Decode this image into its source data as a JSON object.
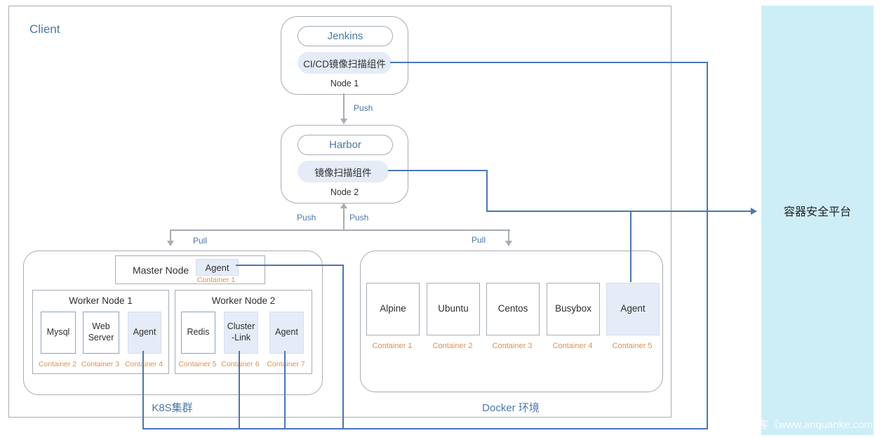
{
  "client": {
    "label": "Client"
  },
  "jenkins": {
    "title": "Jenkins",
    "component": "CI/CD镜像扫描组件",
    "node_label": "Node 1"
  },
  "harbor": {
    "title": "Harbor",
    "component": "镜像扫描组件",
    "node_label": "Node 2"
  },
  "labels": {
    "push_jenkins": "Push",
    "push_left": "Push",
    "push_right": "Push",
    "pull_left": "Pull",
    "pull_right": "Pull"
  },
  "k8s": {
    "caption": "K8S集群",
    "master": {
      "title": "Master Node",
      "agent_label": "Agent",
      "container_label": "Container 1"
    },
    "workers": [
      {
        "title": "Worker Node 1",
        "items": [
          {
            "label": "Mysql",
            "container": "Container 2"
          },
          {
            "label": "Web Server",
            "container": "Container 3"
          },
          {
            "label": "Agent",
            "container": "Container 4"
          }
        ]
      },
      {
        "title": "Worker Node 2",
        "items": [
          {
            "label": "Redis",
            "container": "Container 5"
          },
          {
            "label": "Cluster -Link",
            "container": "Container 6"
          },
          {
            "label": "Agent",
            "container": "Container 7"
          }
        ]
      }
    ]
  },
  "docker": {
    "caption": "Docker 环境",
    "items": [
      {
        "label": "Alpine",
        "container": "Container 1"
      },
      {
        "label": "Ubuntu",
        "container": "Container 2"
      },
      {
        "label": "Centos",
        "container": "Container 3"
      },
      {
        "label": "Busybox",
        "container": "Container 4"
      },
      {
        "label": "Agent",
        "container": "Container 5"
      }
    ]
  },
  "platform": {
    "label": "容器安全平台",
    "watermark": "客（www.anquanke.com"
  },
  "colors": {
    "blue_text": "#4a78ad",
    "orange_text": "#df8f4f",
    "panel_bg": "#cdeef7",
    "line_blue": "#4a76b8",
    "line_gray": "#a6adb5",
    "chip_bg": "#e5ecf8",
    "item_border_blue": "#8ba3c7",
    "dark_text": "#2f2f2f"
  }
}
